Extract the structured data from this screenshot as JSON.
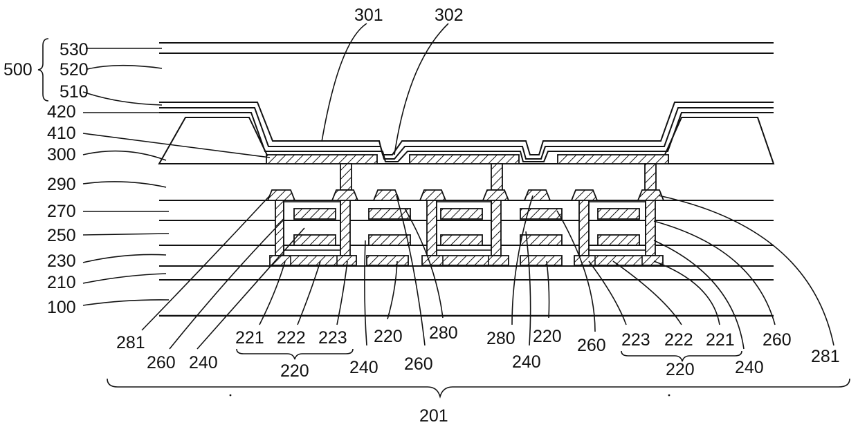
{
  "figure": {
    "labels_left": {
      "group": "500",
      "l530": "530",
      "l520": "520",
      "l510": "510",
      "l420": "420",
      "l410": "410",
      "l300": "300",
      "l290": "290",
      "l270": "270",
      "l250": "250",
      "l230": "230",
      "l210": "210",
      "l100": "100"
    },
    "labels_top": {
      "l301": "301",
      "l302": "302"
    },
    "labels_bottom": {
      "b281_left": "281",
      "b260_a": "260",
      "b240_a": "240",
      "b221_left": "221",
      "b222_left": "222",
      "b223_left": "223",
      "b220_group_left": "220",
      "b240_b": "240",
      "b220_a": "220",
      "b260_b": "260",
      "b280_a": "280",
      "b280_b": "280",
      "b240_c": "240",
      "b220_b": "220",
      "b260_c": "260",
      "b223_right": "223",
      "b222_right": "222",
      "b221_right": "221",
      "b220_group_right": "220",
      "b240_d": "240",
      "b260_d": "260",
      "b281_right": "281",
      "b201": "201"
    }
  }
}
